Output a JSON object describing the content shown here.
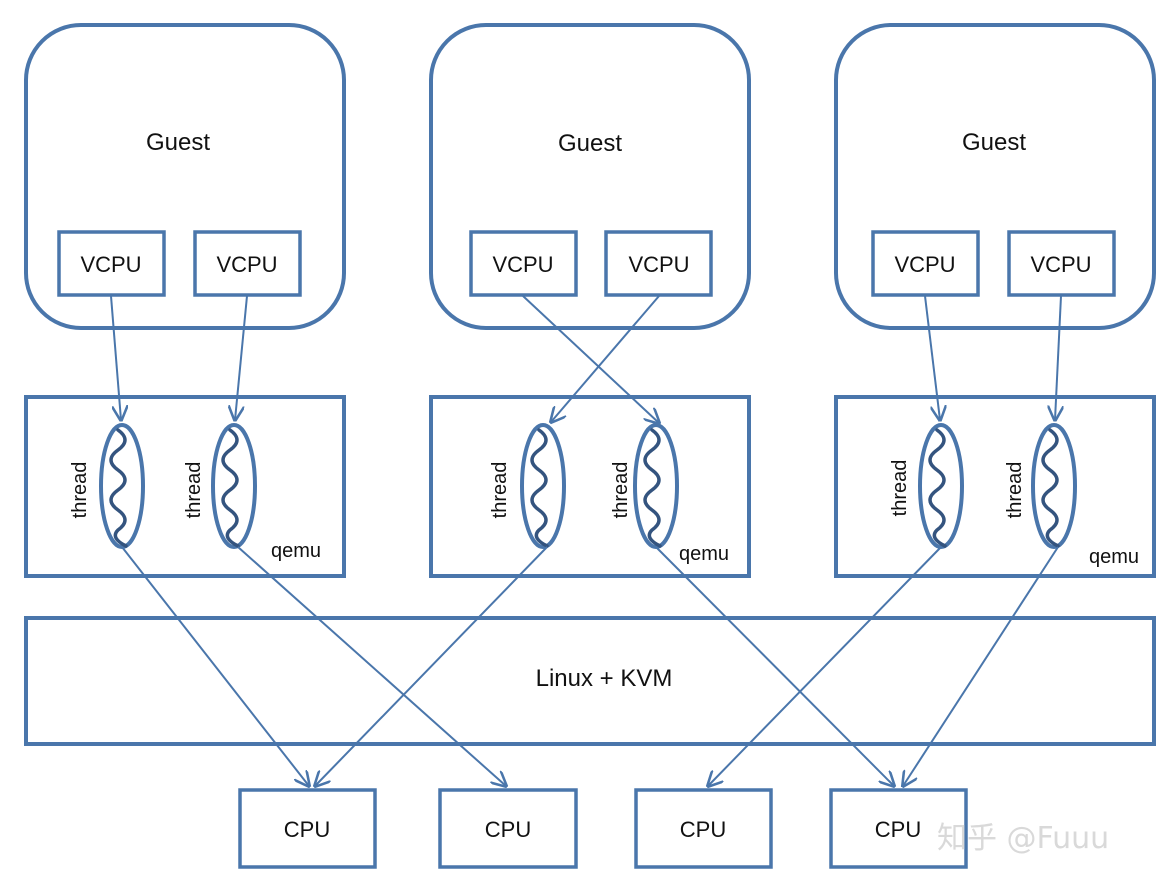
{
  "guests": [
    {
      "title": "Guest",
      "vcpus": [
        "VCPU",
        "VCPU"
      ],
      "threads": [
        "thread",
        "thread"
      ],
      "qemu": "qemu"
    },
    {
      "title": "Guest",
      "vcpus": [
        "VCPU",
        "VCPU"
      ],
      "threads": [
        "thread",
        "thread"
      ],
      "qemu": "qemu"
    },
    {
      "title": "Guest",
      "vcpus": [
        "VCPU",
        "VCPU"
      ],
      "threads": [
        "thread",
        "thread"
      ],
      "qemu": "qemu"
    }
  ],
  "host": {
    "label": "Linux + KVM"
  },
  "cpus": [
    "CPU",
    "CPU",
    "CPU",
    "CPU"
  ],
  "watermark": "知乎 @Fuuu",
  "colors": {
    "stroke": "#4a76ab",
    "wave": "#34547f",
    "text": "#111111"
  }
}
